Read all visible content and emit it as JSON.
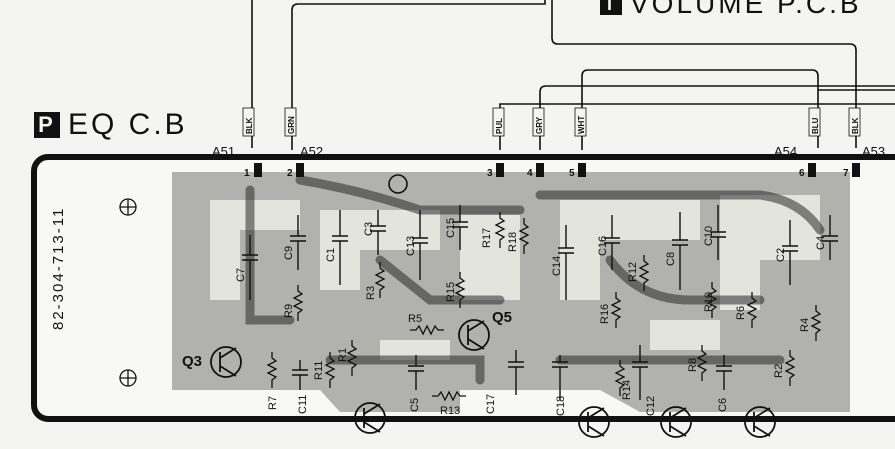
{
  "titles": {
    "board_letter": "P",
    "board_name": "EQ C.B",
    "volume_letter": "I",
    "volume_name": "VOLUME P.C.B"
  },
  "part_number": "82-304-713-11",
  "connectors": [
    {
      "id": "A51",
      "wire": "BLK"
    },
    {
      "id": "A52",
      "wire": "GRN"
    },
    {
      "id": "A54",
      "wire": "BLU"
    },
    {
      "id": "A53",
      "wire": "BLK"
    }
  ],
  "mid_wires": [
    "PUL",
    "GRY",
    "WHT"
  ],
  "pins": [
    "1",
    "2",
    "3",
    "4",
    "5",
    "6",
    "7"
  ],
  "components": {
    "capacitors": [
      "C7",
      "C9",
      "C1",
      "C3",
      "C13",
      "C15",
      "C14",
      "C16",
      "C8",
      "C10",
      "C2",
      "C4",
      "C11",
      "C5",
      "C17",
      "C18",
      "C12",
      "C6"
    ],
    "resistors": [
      "R9",
      "R3",
      "R15",
      "R17",
      "R18",
      "R12",
      "R16",
      "R10",
      "R6",
      "R4",
      "R5",
      "R7",
      "R11",
      "R1",
      "R13",
      "R14",
      "R8",
      "R2"
    ],
    "transistors": [
      "Q3",
      "Q5"
    ]
  }
}
